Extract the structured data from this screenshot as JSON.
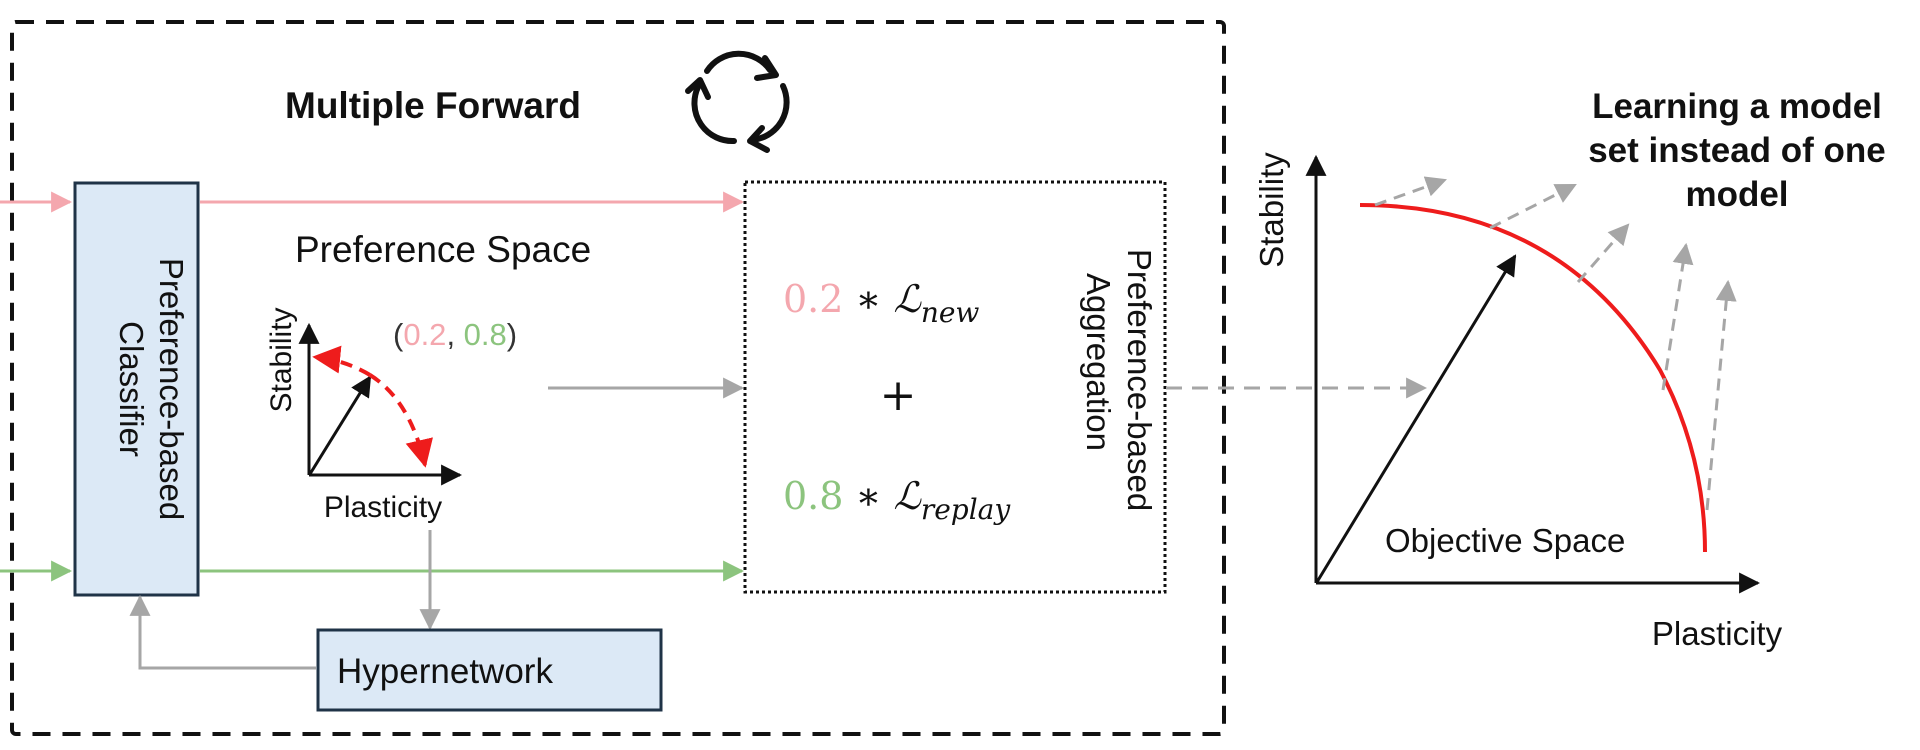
{
  "title": "Multiple Forward",
  "colors": {
    "new_task": "#f4a7ae",
    "replay": "#8cc47e",
    "flow_gray": "#a6a6a6",
    "front_red": "#ee1c1c",
    "box_fill": "#dce9f6",
    "box_stroke": "#1f3347"
  },
  "classifier": {
    "line1": "Preference-based",
    "line2": "Classifier"
  },
  "preference_space": {
    "title": "Preference Space",
    "y_axis": "Stability",
    "x_axis": "Plasticity",
    "vector": {
      "open": "(",
      "w_new": "0.2",
      "sep": ", ",
      "w_replay": "0.8",
      "close": ")"
    }
  },
  "hypernetwork": {
    "label": "Hypernetwork"
  },
  "aggregation": {
    "line1": "Preference-based",
    "line2": "Aggregation",
    "term1": {
      "weight": "0.2",
      "op": " ∗ ",
      "loss": "ℒ",
      "sub": "new"
    },
    "plus": "+",
    "term2": {
      "weight": "0.8",
      "op": " ∗ ",
      "loss": "ℒ",
      "sub": "replay"
    }
  },
  "objective_space": {
    "label": "Objective Space",
    "y_axis": "Stability",
    "x_axis": "Plasticity",
    "caption_lines": [
      "Learning a model",
      "set instead of one",
      "model"
    ]
  }
}
